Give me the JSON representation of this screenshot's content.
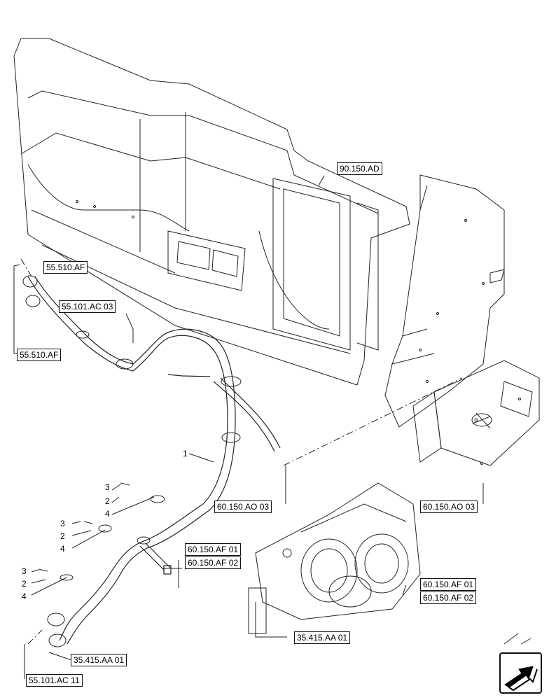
{
  "refs": {
    "r_90_150_AD": "90.150.AD",
    "r_55_510_AF_top": "55.510.AF",
    "r_55_101_AC_03": "55.101.AC 03",
    "r_55_510_AF_bot": "55.510.AF",
    "r_60_150_AO_03_mid": "60.150.AO 03",
    "r_60_150_AO_03_right": "60.150.AO 03",
    "r_60_150_AF_01_mid": "60.150.AF 01",
    "r_60_150_AF_02_mid": "60.150.AF 02",
    "r_60_150_AF_01_right": "60.150.AF 01",
    "r_60_150_AF_02_right": "60.150.AF 02",
    "r_35_415_AA_01_mid": "35.415.AA 01",
    "r_35_415_AA_01_left": "35.415.AA 01",
    "r_55_101_AC_11": "55.101.AC 11"
  },
  "items": {
    "n1": "1",
    "n3a": "3",
    "n2a": "2",
    "n4a": "4",
    "n3b": "3",
    "n2b": "2",
    "n4b": "4",
    "n3c": "3",
    "n2c": "2",
    "n4c": "4"
  },
  "icons": {
    "nav": "next-page-arrow-icon"
  }
}
